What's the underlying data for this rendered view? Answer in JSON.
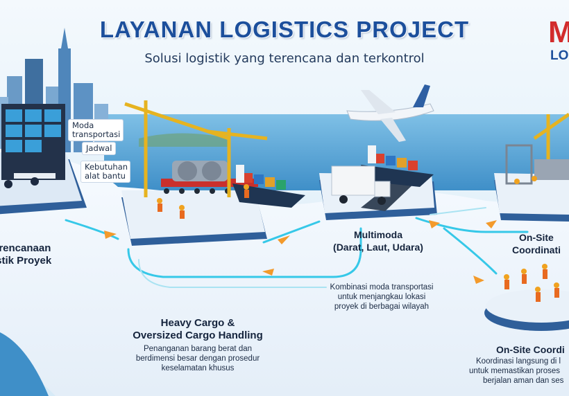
{
  "header": {
    "title": "LAYANAN LOGISTICS PROJECT",
    "subtitle": "Solusi logistik yang terencana dan terkontrol"
  },
  "logo": {
    "mark": "M",
    "text": "LO"
  },
  "planning": {
    "callouts": [
      "Moda transportasi",
      "Jadwal",
      "Kebutuhan alat bantu"
    ],
    "title_lines": [
      "erencanaan",
      "istik Proyek"
    ]
  },
  "heavy_cargo": {
    "title_lines": [
      "Heavy Cargo &",
      "Oversized Cargo Handling"
    ],
    "desc_lines": [
      "Penanganan barang berat dan",
      "berdimensi besar dengan prosedur",
      "keselamatan khusus"
    ]
  },
  "multimoda": {
    "title_lines": [
      "Multimoda",
      "(Darat, Laut, Udara)"
    ],
    "desc_lines": [
      "Kombinasi moda transportasi",
      "untuk menjangkau lokasi",
      "proyek di berbagai wilayah"
    ]
  },
  "onsite_top": {
    "title_lines": [
      "On-Site",
      "Coordinati"
    ]
  },
  "onsite_bottom": {
    "title_lines": [
      "On-Site Coordi"
    ],
    "desc_lines": [
      "Koordinasi langsung di l",
      "untuk memastikan proses",
      "berjalan aman dan ses"
    ]
  },
  "colors": {
    "title": "#1c4f9c",
    "accent_red": "#d22c2c",
    "flow_cyan": "#36c8e8",
    "flow_orange": "#f39a2b",
    "platform": "#2f5f9a",
    "sea": "#5aa6d6"
  },
  "icons": [
    "city-skyline-icon",
    "control-room-icon",
    "crane-icon",
    "cargo-ship-icon",
    "airplane-icon",
    "truck-icon",
    "worker-icon"
  ]
}
